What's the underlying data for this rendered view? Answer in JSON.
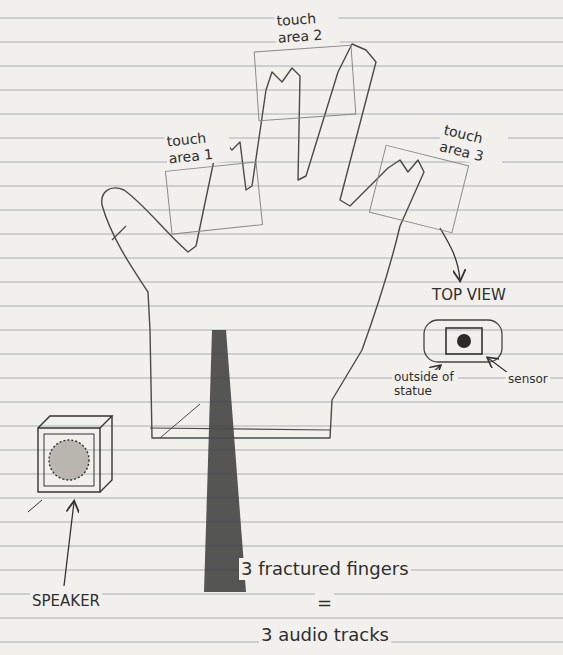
{
  "diagram": {
    "nodes": [
      {
        "text": [
          "touch area 1"
        ]
      },
      {
        "text": [
          "touch area 2"
        ]
      },
      {
        "text": [
          "touch area 3"
        ]
      }
    ],
    "labels": [
      "TOP VIEW",
      "outside of statue",
      "sensor",
      "SPEAKER",
      "3 fractured fingers",
      "=",
      "3 audio tracks"
    ]
  }
}
